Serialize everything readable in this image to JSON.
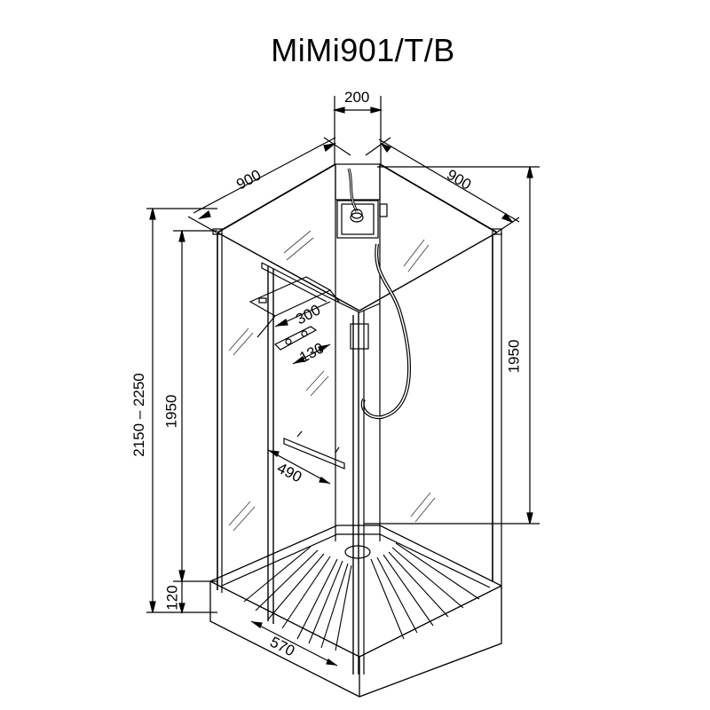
{
  "title": "MiMi901/T/B",
  "dimensions": {
    "column_width": "200",
    "left_depth": "900",
    "right_depth": "900",
    "total_height": "2150 – 2250",
    "left_glass_height": "1950",
    "right_glass_height": "1950",
    "tray_height": "120",
    "upper_shelf": "300",
    "hook_rail": "130",
    "lower_shelf": "490",
    "door_width": "570"
  },
  "colors": {
    "line": "#000000",
    "background": "#ffffff",
    "hatch": "#444444"
  }
}
